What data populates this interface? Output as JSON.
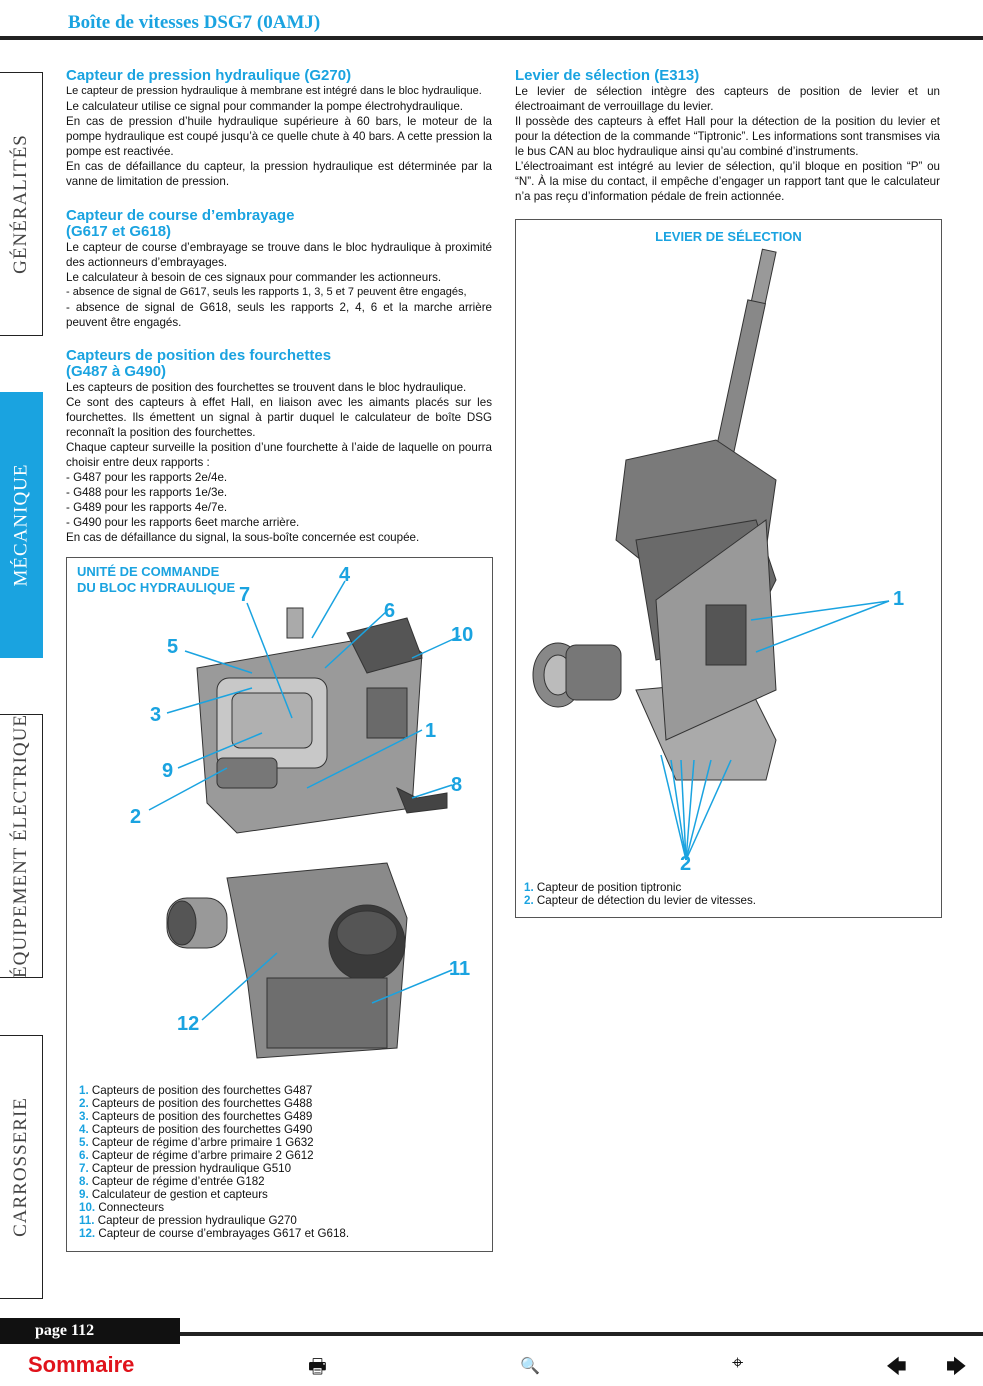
{
  "header": {
    "title": "Boîte de vitesses DSG7 (0AMJ)"
  },
  "tabs": [
    {
      "label": "GÉNÉRALITÉS"
    },
    {
      "label": "MÉCANIQUE"
    },
    {
      "label": "ÉQUIPEMENT ÉLECTRIQUE"
    },
    {
      "label": "CARROSSERIE"
    }
  ],
  "left": {
    "s1": {
      "title": "Capteur de pression hydraulique (G270)",
      "lines": [
        "Le capteur de pression hydraulique à membrane est intégré dans le bloc hydraulique.",
        "Le calculateur utilise ce signal pour commander la pompe électrohydraulique.",
        "En cas de pression d’huile hydraulique supérieure à 60 bars, le moteur de la pompe hydraulique est coupé jusqu’à ce quelle chute à 40 bars. A cette pression la pompe est reactivée.",
        "En cas de défaillance du capteur, la pression hydraulique est déterminée par la vanne de limitation de pression."
      ]
    },
    "s2": {
      "title1": "Capteur de course d’embrayage",
      "title2": "(G617 et G618)",
      "lines": [
        "Le capteur de course d’embrayage se trouve dans le bloc hydraulique à proximité des actionneurs d’embrayages.",
        "Le calculateur à besoin de ces signaux pour commander les actionneurs.",
        "- absence de signal de G617, seuls les rapports 1, 3, 5 et 7 peuvent être engagés,",
        "- absence de signal de G618, seuls les rapports 2, 4, 6 et la marche arrière peuvent être engagés."
      ]
    },
    "s3": {
      "title1": "Capteurs de position des fourchettes",
      "title2": "(G487 à G490)",
      "lines": [
        "Les capteurs de position des fourchettes se trouvent dans le bloc hydraulique.",
        "Ce sont des capteurs à effet Hall, en liaison avec les aimants placés sur les fourchettes. Ils émettent un signal à partir duquel le calculateur de boîte DSG reconnaît la position des fourchettes.",
        "Chaque capteur surveille la position d’une fourchette à l’aide de laquelle on pourra choisir entre deux rapports :",
        "- G487 pour les rapports 2e/4e.",
        "- G488 pour les rapports 1e/3e.",
        "- G489 pour les rapports 4e/7e.",
        "- G490 pour les rapports 6eet marche arrière.",
        "En cas de défaillance du signal, la sous-boîte concernée est coupée."
      ]
    },
    "figure": {
      "caption1": "UNITÉ DE COMMANDE",
      "caption2": "DU BLOC HYDRAULIQUE",
      "callouts": [
        "1",
        "2",
        "3",
        "4",
        "5",
        "6",
        "7",
        "8",
        "9",
        "10",
        "11",
        "12"
      ],
      "legend": [
        {
          "n": "1.",
          "t": "Capteurs de position des fourchettes G487"
        },
        {
          "n": "2.",
          "t": "Capteurs de position des fourchettes G488"
        },
        {
          "n": "3.",
          "t": "Capteurs de position des fourchettes G489"
        },
        {
          "n": "4.",
          "t": "Capteurs de position des fourchettes G490"
        },
        {
          "n": "5.",
          "t": "Capteur de régime d’arbre primaire 1 G632"
        },
        {
          "n": "6.",
          "t": "Capteur de régime d’arbre primaire 2 G612"
        },
        {
          "n": "7.",
          "t": "Capteur de pression hydraulique G510"
        },
        {
          "n": "8.",
          "t": "Capteur de régime d’entrée G182"
        },
        {
          "n": "9.",
          "t": "Calculateur de gestion et capteurs"
        },
        {
          "n": "10.",
          "t": "Connecteurs"
        },
        {
          "n": "11.",
          "t": "Capteur de pression hydraulique G270"
        },
        {
          "n": "12.",
          "t": "Capteur de course d’embrayages G617 et G618."
        }
      ]
    }
  },
  "right": {
    "s1": {
      "title": "Levier de sélection (E313)",
      "lines": [
        "Le levier de sélection intègre des capteurs de position de levier et un électroaimant de verrouillage du levier.",
        "Il possède des capteurs à effet Hall pour la détection de la position du levier et pour la détection de la commande “Tiptronic”. Les informations sont transmises via le bus CAN au bloc hydraulique ainsi qu’au combiné d’instruments.",
        "L’électroaimant est intégré au levier de sélection, qu’il bloque en position “P” ou “N”. À la mise du contact, il empêche d’engager un rapport tant que le calculateur n’a pas reçu d’information pédale de frein actionnée."
      ]
    },
    "figure": {
      "caption": "LEVIER DE SÉLECTION",
      "callouts": [
        "1",
        "2"
      ],
      "legend": [
        {
          "n": "1.",
          "t": "Capteur de position tiptronic"
        },
        {
          "n": "2.",
          "t": "Capteur de détection du levier de vitesses."
        }
      ]
    }
  },
  "footer": {
    "page": "page 112",
    "sommaire": "Sommaire",
    "icons": [
      "print-icon",
      "search-doc-icon",
      "binoculars-icon",
      "arrow-left-icon",
      "arrow-right-icon"
    ],
    "glyphs": {
      "print": "🖶",
      "search": "🔍",
      "binoculars": "⌖",
      "prev": "🡄",
      "next": "🡆"
    }
  },
  "colors": {
    "accent": "#1aa3e0",
    "red": "#e0131b",
    "dark": "#222222"
  }
}
